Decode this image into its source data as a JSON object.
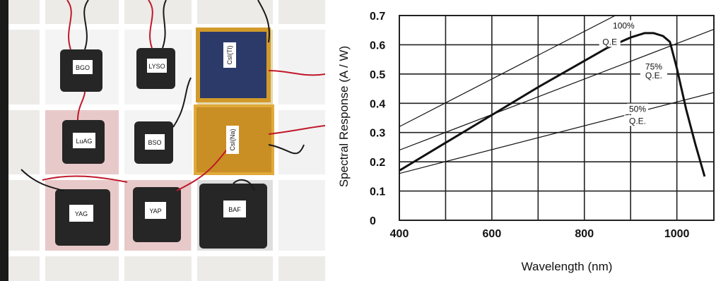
{
  "photo": {
    "crystals": [
      "BGO",
      "LYSO",
      "CsI(Tl)",
      "LuAG",
      "BSO",
      "CsI(Na)",
      "YAG",
      "YAP",
      "BAF"
    ],
    "colors": {
      "frame": "#f1f1ef",
      "foam": "#efefef",
      "pink": "#e8c9c9",
      "wrap": "#262626",
      "kapton": "#d19a2a",
      "wire_red": "#c0182a",
      "left_edge": "#1a1a1a"
    }
  },
  "chart_data": {
    "type": "line",
    "title": "",
    "xlabel": "Wavelength (nm)",
    "ylabel": "Spectral Response (A / W)",
    "xlim": [
      400,
      1080
    ],
    "ylim": [
      0,
      0.7
    ],
    "xticks": [
      400,
      600,
      800,
      1000
    ],
    "xtick_labels": [
      "400",
      "600",
      "800",
      "1000"
    ],
    "yticks": [
      0,
      0.1,
      0.2,
      0.3,
      0.4,
      0.5,
      0.6,
      0.7
    ],
    "ytick_labels": [
      "0",
      "0.1",
      "0.2",
      "0.3",
      "0.4",
      "0.5",
      "0.6",
      "0.7"
    ],
    "grid": true,
    "series": [
      {
        "name": "",
        "style": "bold",
        "x": [
          400,
          500,
          600,
          700,
          800,
          850,
          900,
          930,
          950,
          970,
          985,
          1000,
          1020,
          1040,
          1060
        ],
        "y": [
          0.17,
          0.265,
          0.36,
          0.455,
          0.545,
          0.59,
          0.625,
          0.64,
          0.64,
          0.63,
          0.61,
          0.52,
          0.38,
          0.26,
          0.15
        ]
      },
      {
        "name": "",
        "style": "thin",
        "x": [
          400,
          1100
        ],
        "y": [
          0.32,
          0.89
        ]
      },
      {
        "name": "",
        "style": "thin",
        "x": [
          400,
          1100
        ],
        "y": [
          0.24,
          0.665
        ]
      },
      {
        "name": "",
        "style": "thin",
        "x": [
          400,
          1100
        ],
        "y": [
          0.16,
          0.445
        ]
      }
    ],
    "annotations": [
      {
        "text": "100%",
        "x": 885,
        "y": 0.655
      },
      {
        "text": "Q.E",
        "x": 855,
        "y": 0.6
      },
      {
        "text": "75%",
        "x": 950,
        "y": 0.515
      },
      {
        "text": "Q.E.",
        "x": 950,
        "y": 0.485
      },
      {
        "text": "50%",
        "x": 915,
        "y": 0.37
      },
      {
        "text": "Q.E.",
        "x": 915,
        "y": 0.33
      }
    ]
  }
}
